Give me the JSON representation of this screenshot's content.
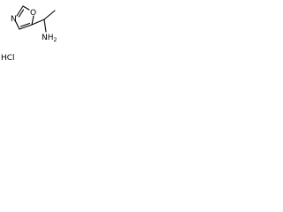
{
  "molecule": {
    "atoms": {
      "oxygen": "O",
      "nitrogen": "N",
      "amine": "NH",
      "amine_subscript": "2"
    },
    "salt": "HCl"
  }
}
